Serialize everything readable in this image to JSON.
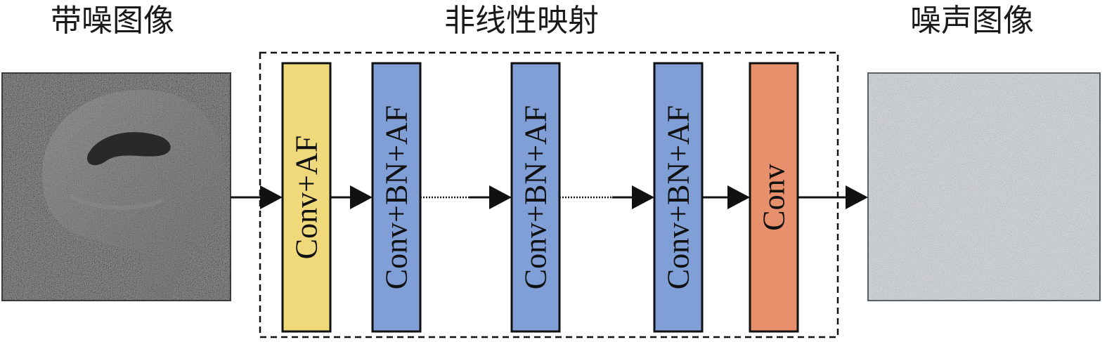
{
  "headings": {
    "input": "带噪图像",
    "mapping": "非线性映射",
    "output": "噪声图像"
  },
  "blocks": [
    {
      "label": "Conv+AF",
      "color": "#f0d97a"
    },
    {
      "label": "Conv+BN+AF",
      "color": "#7f9fd6"
    },
    {
      "label": "Conv+BN+AF",
      "color": "#7f9fd6"
    },
    {
      "label": "Conv+BN+AF",
      "color": "#7f9fd6"
    },
    {
      "label": "Conv",
      "color": "#e8906c"
    }
  ],
  "colors": {
    "input_image_bg": "#1c1c1c",
    "output_image_bg": "#6f767e",
    "line": "#111111"
  }
}
